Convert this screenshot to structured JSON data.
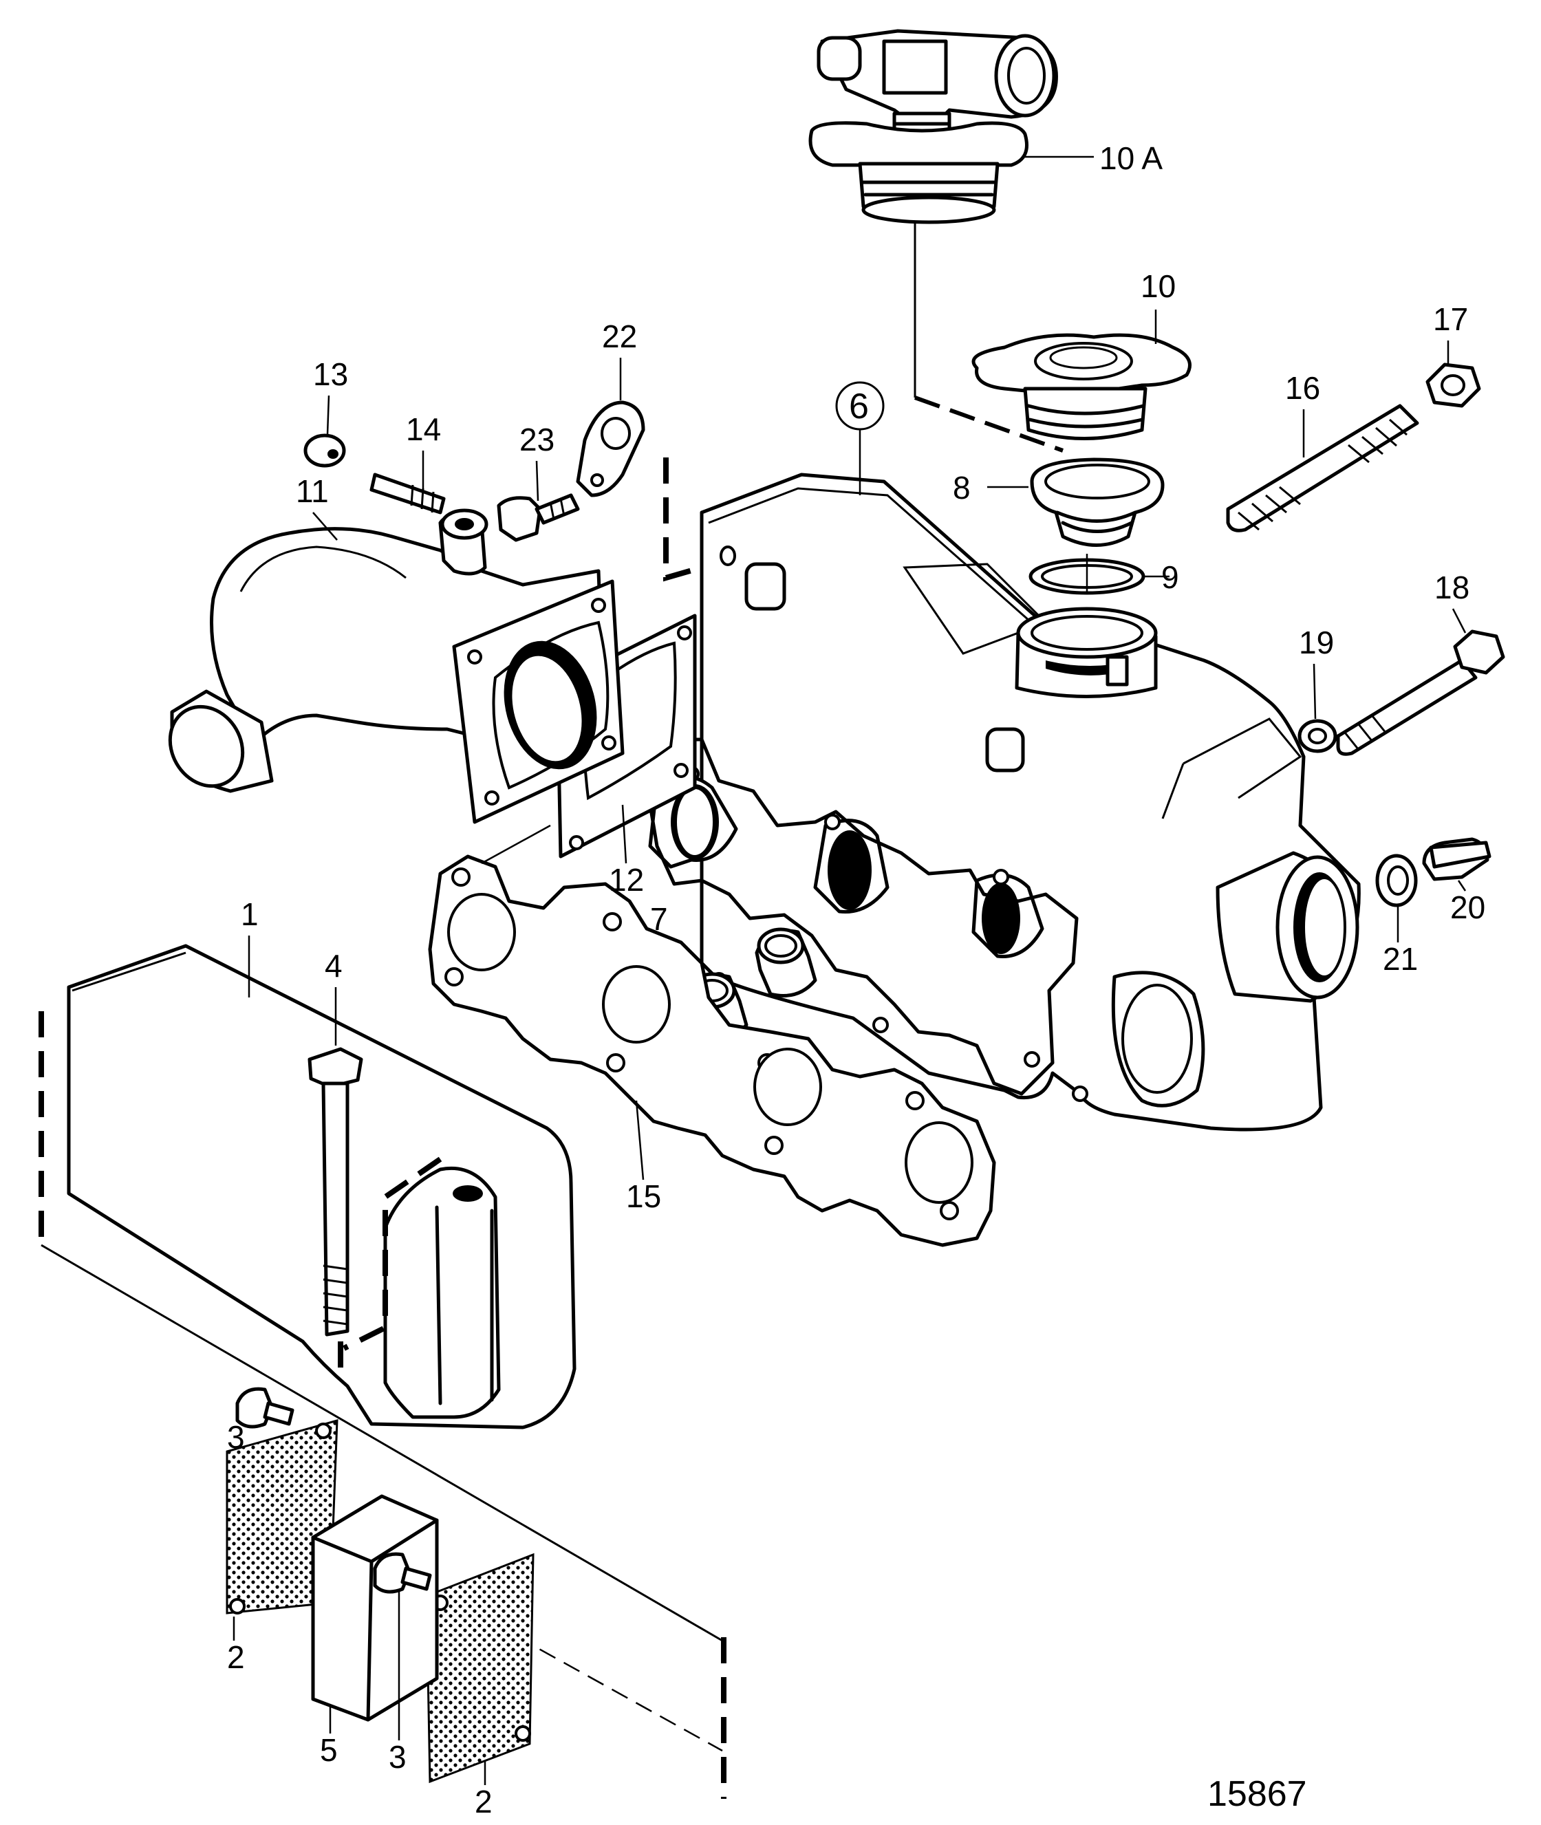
{
  "figure_number": "15867",
  "callouts": {
    "c1": "1",
    "c2a": "2",
    "c2b": "2",
    "c3a": "3",
    "c3b": "3",
    "c4": "4",
    "c5": "5",
    "c6": "6",
    "c7": "7",
    "c8": "8",
    "c9": "9",
    "c10": "10",
    "c10a": "10 A",
    "c11": "11",
    "c12": "12",
    "c13": "13",
    "c14": "14",
    "c15": "15",
    "c16": "16",
    "c17": "17",
    "c18": "18",
    "c19": "19",
    "c20": "20",
    "c21": "21",
    "c22": "22",
    "c23": "23"
  }
}
